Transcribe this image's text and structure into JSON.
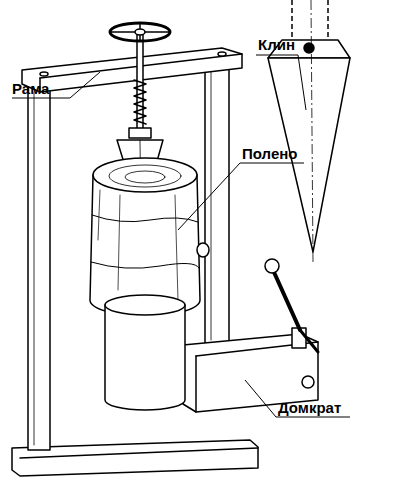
{
  "diagram": {
    "labels": [
      "Клин",
      "Рама",
      "Полено",
      "Домкрат"
    ]
  }
}
